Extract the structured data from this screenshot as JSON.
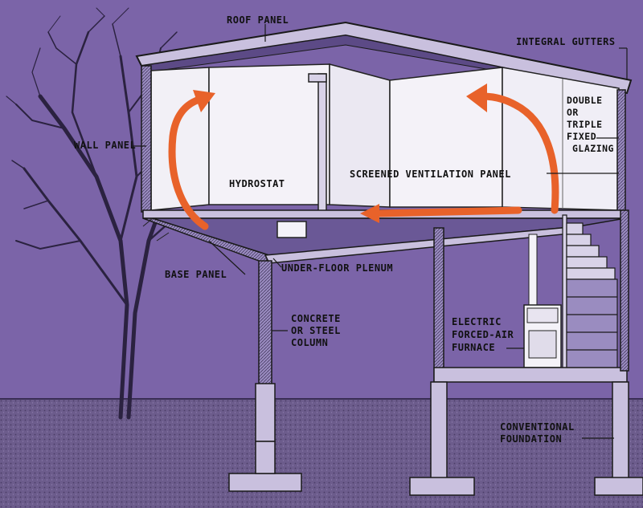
{
  "colors": {
    "background": "#7b64a8",
    "room": "#f2f0f6",
    "ground": "#6a5a8a",
    "airflow": "#e8622a",
    "outline": "#1a1a1a"
  },
  "labels": {
    "roof_panel": "ROOF PANEL",
    "integral_gutters": "INTEGRAL GUTTERS",
    "wall_panel": "WALL PANEL",
    "double_triple_1": "DOUBLE",
    "double_triple_2": "OR",
    "double_triple_3": "TRIPLE",
    "double_triple_4": "FIXED",
    "double_triple_5": "GLAZING",
    "hydrostat": "HYDROSTAT",
    "screened_ventilation_panel": "SCREENED VENTILATION PANEL",
    "base_panel": "BASE PANEL",
    "under_floor_plenum": "UNDER-FLOOR PLENUM",
    "concrete_column_1": "CONCRETE",
    "concrete_column_2": "OR STEEL",
    "concrete_column_3": "COLUMN",
    "furnace_1": "ELECTRIC",
    "furnace_2": "FORCED-AIR",
    "furnace_3": "FURNACE",
    "foundation_1": "CONVENTIONAL",
    "foundation_2": "FOUNDATION"
  },
  "icons": {
    "tree": "tree-icon",
    "airflow": "airflow-arrow-icon",
    "furnace": "furnace-icon",
    "stairs": "stairs-icon"
  }
}
